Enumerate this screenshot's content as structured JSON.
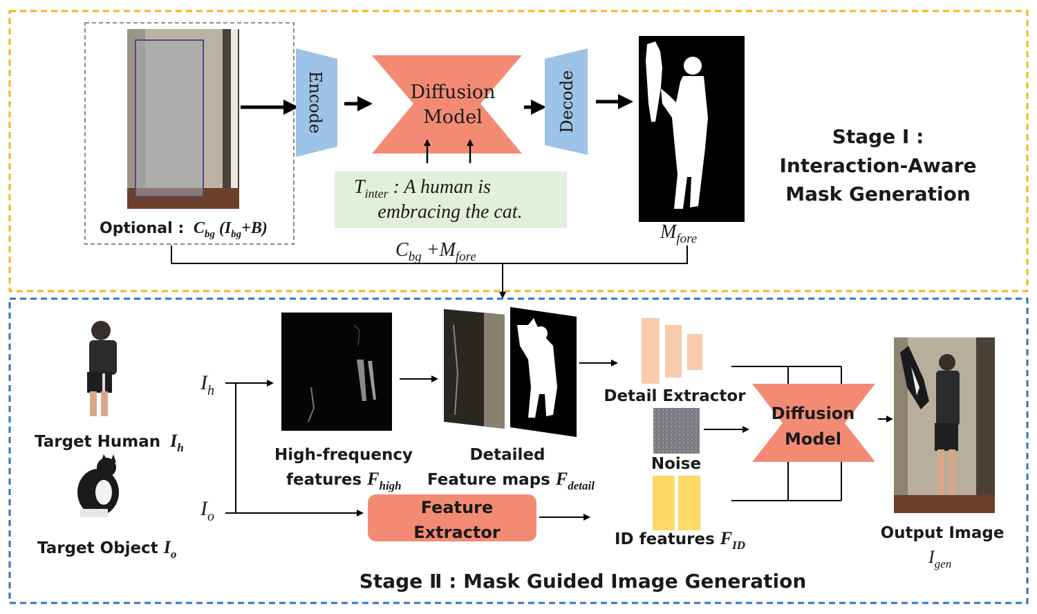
{
  "colors": {
    "stage1_border": "#F2B515",
    "stage2_border": "#2E75B6",
    "coder": "#9DC3E6",
    "diffusion": "#F38B74",
    "prompt_bg": "#E2EFDA",
    "extractor_bar": "#F8CBAD",
    "id_bar": "#FFD966"
  },
  "stage1": {
    "optional_label": "Optional :",
    "optional_math": "C",
    "optional_math_sub": "bg",
    "optional_paren": " (I",
    "optional_paren_sub": "bg",
    "optional_plus_b": "+B)",
    "encode": "Encode",
    "decode": "Decode",
    "diffusion_line1": "Diffusion",
    "diffusion_line2": "Model",
    "prompt_symbol": "T",
    "prompt_symbol_sub": "inter",
    "prompt_line1": " : A human is",
    "prompt_line2": "embracing the cat.",
    "mask_symbol": "M",
    "mask_symbol_sub": "fore",
    "combine_c": "C",
    "combine_c_sub": "bg",
    "combine_plus": " +M",
    "combine_m_sub": "fore",
    "title_line1": "Stage I :",
    "title_line2": "Interaction-Aware",
    "title_line3": "Mask Generation"
  },
  "stage2": {
    "ih_symbol": "I",
    "ih_sub": "h",
    "io_symbol": "I",
    "io_sub": "o",
    "target_human": "Target Human",
    "target_human_sym": "I",
    "target_human_sub": "h",
    "target_object": "Target Object",
    "target_object_sym": "I",
    "target_object_sub": "o",
    "highfreq_line1": "High-frequency",
    "highfreq_line2": "features",
    "highfreq_sym": "F",
    "highfreq_sub": "high",
    "detailed_line1": "Detailed",
    "detailed_line2": "Feature maps",
    "detailed_sym": "F",
    "detailed_sub": "detail",
    "feature_extractor_line1": "Feature",
    "feature_extractor_line2": "Extractor",
    "detail_extractor": "Detail Extractor",
    "noise": "Noise",
    "id_features": "ID features",
    "id_sym": "F",
    "id_sub": "ID",
    "diffusion_line1": "Diffusion",
    "diffusion_line2": "Model",
    "output_label": "Output Image",
    "output_sym": "I",
    "output_sub": "gen",
    "title": "Stage Ⅱ : Mask Guided Image Generation"
  }
}
